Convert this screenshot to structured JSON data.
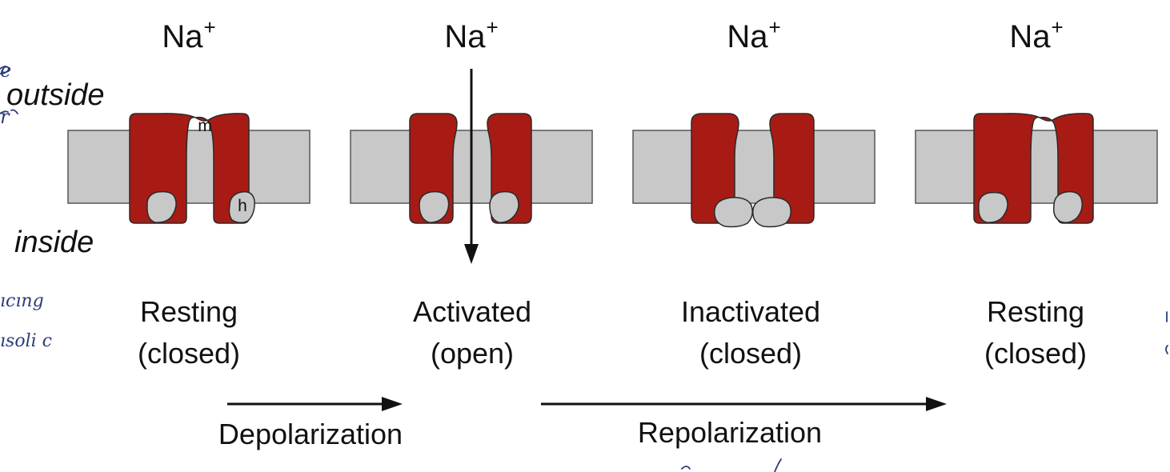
{
  "ion_label": {
    "base": "Na",
    "charge": "+"
  },
  "outside_label": "outside",
  "inside_label": "inside",
  "gate_labels": {
    "m": "m",
    "h": "h"
  },
  "states": [
    {
      "name": "Resting",
      "status": "(closed)"
    },
    {
      "name": "Activated",
      "status": "(open)"
    },
    {
      "name": "Inactivated",
      "status": "(closed)"
    },
    {
      "name": "Resting",
      "status": "(closed)"
    }
  ],
  "transitions": [
    {
      "label": "Depolarization"
    },
    {
      "label": "Repolarization"
    }
  ],
  "colors": {
    "channel": "#a81b14",
    "membrane": "#c8c8c8",
    "gate": "#c8c8c8",
    "outline": "#2a2a2a",
    "ink": "#2b3c7a"
  }
}
